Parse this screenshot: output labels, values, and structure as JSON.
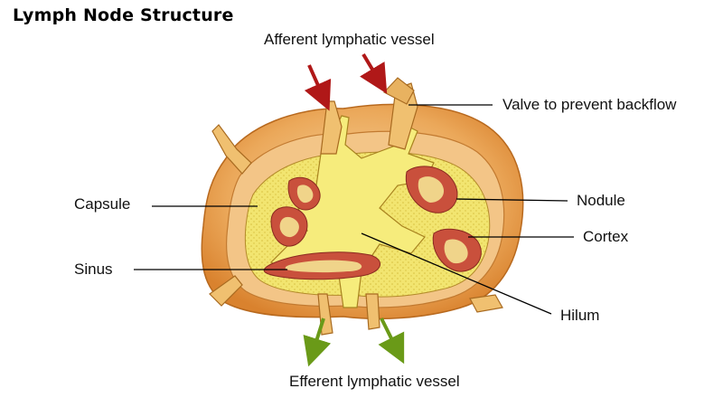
{
  "diagram": {
    "title": "Lymph Node Structure",
    "labels": {
      "afferent": "Afferent lymphatic vessel",
      "valve": "Valve to prevent backflow",
      "capsule": "Capsule",
      "nodule": "Nodule",
      "cortex": "Cortex",
      "sinus": "Sinus",
      "hilum": "Hilum",
      "efferent": "Efferent lymphatic vessel"
    },
    "colors": {
      "capsule_outer": "#e8a04a",
      "capsule_light": "#f5c98a",
      "interior": "#f0e060",
      "nodule": "#c84a3a",
      "arrow_in": "#b01818",
      "arrow_out": "#6a9a18"
    }
  }
}
